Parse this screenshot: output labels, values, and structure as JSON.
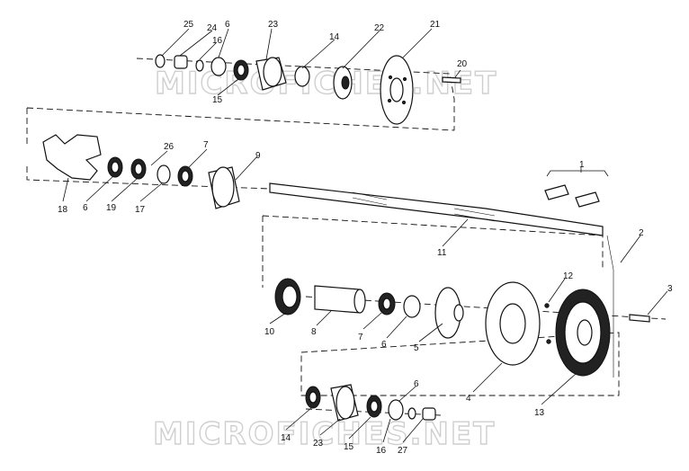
{
  "watermark": "MICROFICHES.NET",
  "labels": {
    "top": [
      "25",
      "24",
      "16",
      "6",
      "23",
      "14",
      "22",
      "21",
      "20",
      "15"
    ],
    "middle": [
      "18",
      "6",
      "19",
      "26",
      "17",
      "7",
      "9",
      "1",
      "11",
      "2",
      "3"
    ],
    "lower": [
      "10",
      "8",
      "7",
      "6",
      "5",
      "12",
      "4",
      "13"
    ],
    "bottom": [
      "14",
      "23",
      "15",
      "16",
      "6",
      "27"
    ]
  }
}
